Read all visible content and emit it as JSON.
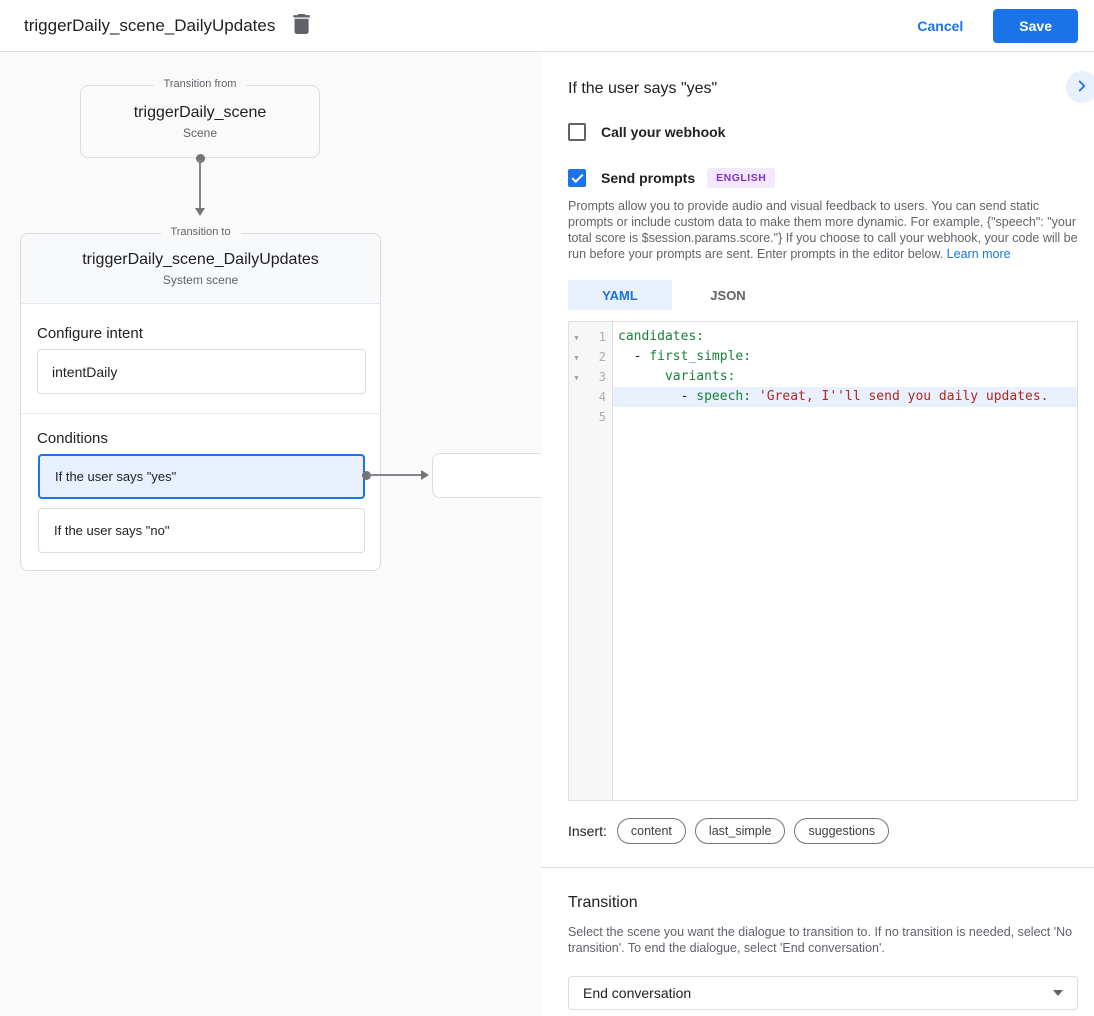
{
  "header": {
    "title": "triggerDaily_scene_DailyUpdates",
    "cancel_label": "Cancel",
    "save_label": "Save"
  },
  "diagram": {
    "from_box": {
      "legend": "Transition from",
      "title": "triggerDaily_scene",
      "subtitle": "Scene"
    },
    "to_card": {
      "legend": "Transition to",
      "title": "triggerDaily_scene_DailyUpdates",
      "subtitle": "System scene",
      "configure_intent_label": "Configure intent",
      "intent_value": "intentDaily",
      "conditions_label": "Conditions",
      "conditions": [
        {
          "label": "If the user says \"yes\"",
          "selected": true
        },
        {
          "label": "If the user says \"no\"",
          "selected": false
        }
      ]
    }
  },
  "panel": {
    "heading": "If the user says \"yes\"",
    "webhook_label": "Call your webhook",
    "send_prompts_label": "Send prompts",
    "language_badge": "ENGLISH",
    "description": "Prompts allow you to provide audio and visual feedback to users. You can send static prompts or include custom data to make them more dynamic. For example, {\"speech\": \"your total score is $session.params.score.\"} If you choose to call your webhook, your code will be run before your prompts are sent. Enter prompts in the editor below. ",
    "learn_more_label": "Learn more",
    "tabs": [
      {
        "label": "YAML",
        "active": true
      },
      {
        "label": "JSON",
        "active": false
      }
    ],
    "editor": {
      "lines": [
        {
          "number": "1",
          "segments": {
            "key": "candidates:"
          }
        },
        {
          "number": "2",
          "segments": {
            "plain": "  - ",
            "key": "first_simple:"
          }
        },
        {
          "number": "3",
          "segments": {
            "plain": "      ",
            "key": "variants:"
          }
        },
        {
          "number": "4",
          "segments": {
            "plain": "        - ",
            "key": "speech: ",
            "string": "'Great, I''ll send you daily updates."
          }
        },
        {
          "number": "5",
          "segments": {}
        }
      ]
    },
    "insert_label": "Insert:",
    "insert_chips": [
      "content",
      "last_simple",
      "suggestions"
    ],
    "transition": {
      "heading": "Transition",
      "description": "Select the scene you want the dialogue to transition to. If no transition is needed, select 'No transition'. To end the dialogue, select 'End conversation'.",
      "selected_value": "End conversation"
    }
  },
  "colors": {
    "accent_blue": "#1a73e8",
    "selection_blue": "#e8f0fe",
    "code_key_green": "#188038",
    "code_string_red": "#b3261e",
    "badge_purple_bg": "#f3e8fd",
    "badge_purple_text": "#8430ce"
  }
}
